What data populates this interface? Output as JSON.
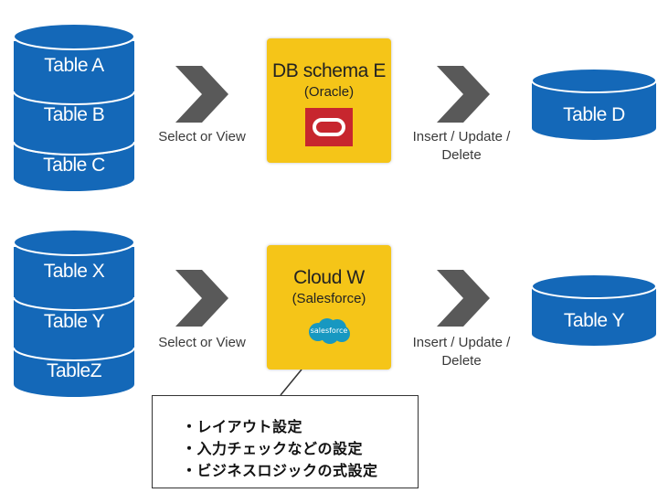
{
  "flows": [
    {
      "sources": [
        "Table A",
        "Table B",
        "Table C"
      ],
      "read_label": "Select or View",
      "system": {
        "title": "DB schema E",
        "subtitle": "(Oracle)",
        "logo_icon": "oracle-logo-icon"
      },
      "write_label_line1": "Insert / Update /",
      "write_label_line2": "Delete",
      "target": "Table D"
    },
    {
      "sources": [
        "Table X",
        "Table Y",
        "TableZ"
      ],
      "read_label": "Select or View",
      "system": {
        "title": "Cloud W",
        "subtitle": "(Salesforce)",
        "logo_icon": "salesforce-logo-icon",
        "logo_text": "salesforce"
      },
      "write_label_line1": "Insert / Update /",
      "write_label_line2": "Delete",
      "target": "Table Y"
    }
  ],
  "callout": {
    "items": [
      "・レイアウト設定",
      "・入力チェックなどの設定",
      "・ビジネスロジックの式設定"
    ]
  },
  "colors": {
    "cylinder": "#1468b8",
    "cylinder_edge": "#ffffff",
    "arrow": "#595959",
    "box": "#f5c518",
    "oracle_red": "#c7262e",
    "salesforce_blue": "#1798c1"
  }
}
